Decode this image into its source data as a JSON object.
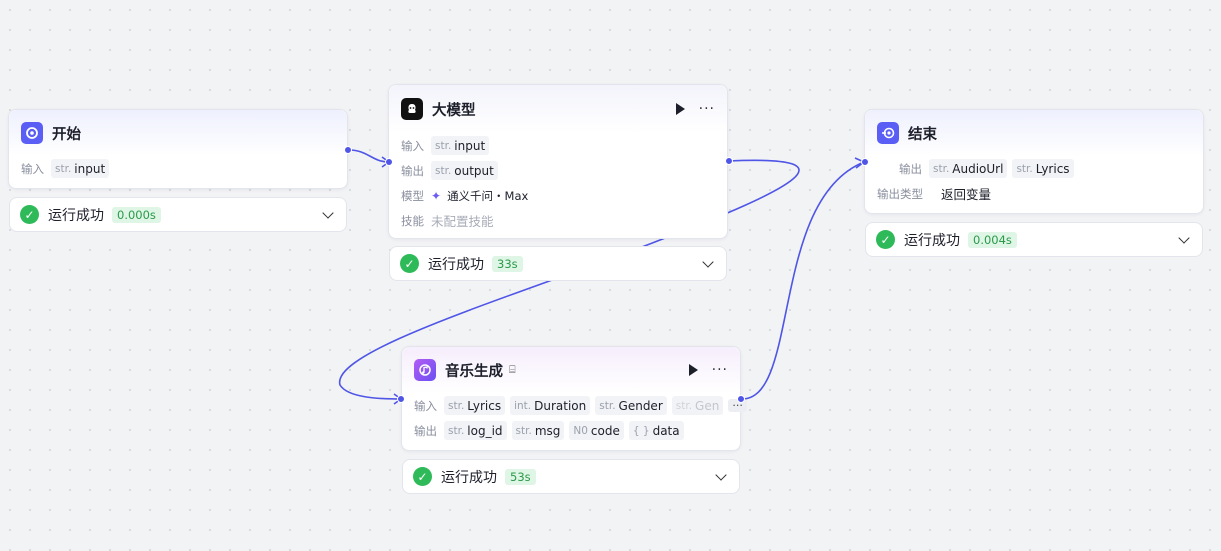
{
  "colors": {
    "edge": "#4f55e6",
    "success": "#2fba5a",
    "accent": "#5a5ef5"
  },
  "nodes": {
    "start": {
      "title": "开始",
      "icon": "start-icon",
      "input_label": "输入",
      "inputs": [
        {
          "type": "str.",
          "name": "input"
        }
      ],
      "status": {
        "text": "运行成功",
        "time": "0.000s"
      }
    },
    "llm": {
      "title": "大模型",
      "icon": "llm-icon",
      "input_label": "输入",
      "inputs": [
        {
          "type": "str.",
          "name": "input"
        }
      ],
      "output_label": "输出",
      "outputs": [
        {
          "type": "str.",
          "name": "output"
        }
      ],
      "model_label": "模型",
      "model_name": "通义千问・Max",
      "skill_label": "技能",
      "skill_value": "未配置技能",
      "status": {
        "text": "运行成功",
        "time": "33s"
      }
    },
    "end": {
      "title": "结束",
      "icon": "end-icon",
      "output_label": "输出",
      "outputs": [
        {
          "type": "str.",
          "name": "AudioUrl"
        },
        {
          "type": "str.",
          "name": "Lyrics"
        }
      ],
      "output_type_label": "输出类型",
      "output_type_value": "返回变量",
      "status": {
        "text": "运行成功",
        "time": "0.004s"
      }
    },
    "music": {
      "title": "音乐生成",
      "icon": "music-icon",
      "input_label": "输入",
      "inputs": [
        {
          "type": "str.",
          "name": "Lyrics"
        },
        {
          "type": "int.",
          "name": "Duration"
        },
        {
          "type": "str.",
          "name": "Gender"
        },
        {
          "type": "str.",
          "name": "Gen"
        }
      ],
      "more": "···",
      "output_label": "输出",
      "outputs": [
        {
          "type": "str.",
          "name": "log_id"
        },
        {
          "type": "str.",
          "name": "msg"
        },
        {
          "type": "N0",
          "name": "code"
        },
        {
          "type": "{ }",
          "name": "data"
        }
      ],
      "status": {
        "text": "运行成功",
        "time": "53s"
      }
    }
  }
}
